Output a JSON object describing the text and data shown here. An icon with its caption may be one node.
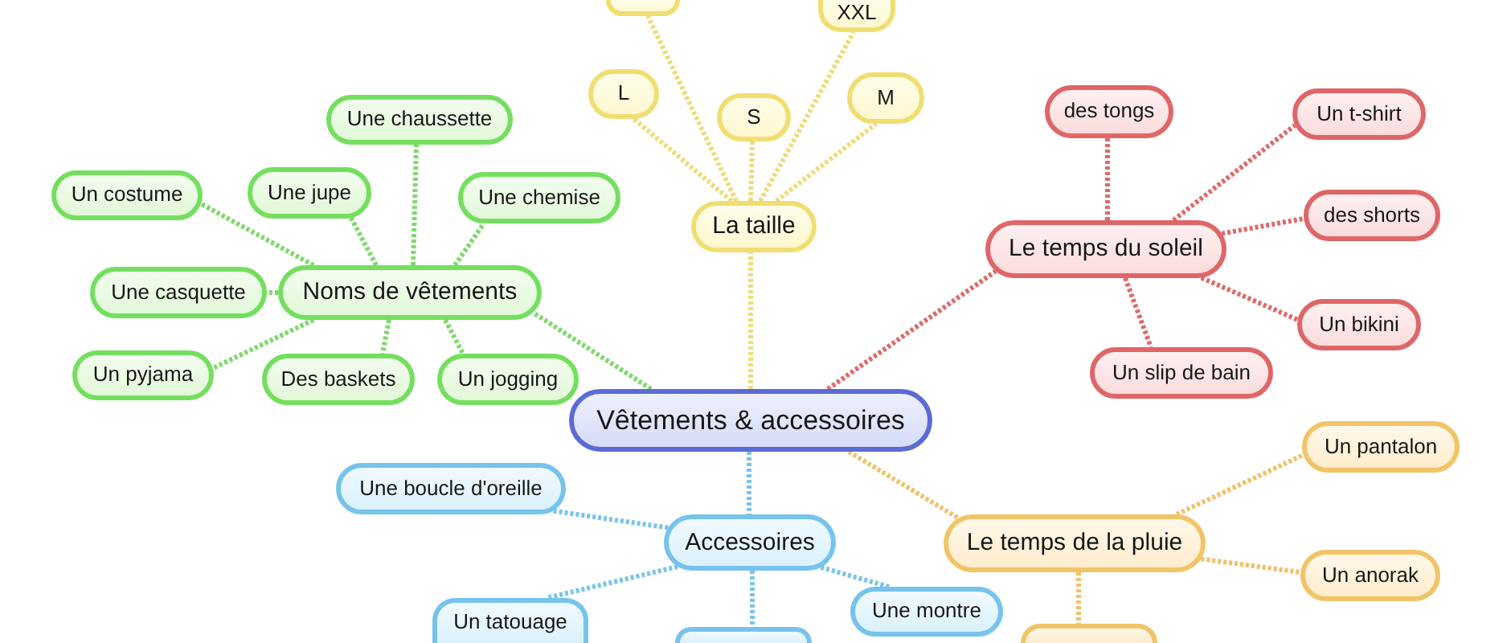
{
  "diagram": {
    "nodes": [
      {
        "text": [
          "Vêtements & accessoires"
        ]
      },
      {
        "text": [
          "Noms de vêtements"
        ]
      },
      {
        "text": [
          "Une chaussette"
        ]
      },
      {
        "text": [
          "Un costume"
        ]
      },
      {
        "text": [
          "Une jupe"
        ]
      },
      {
        "text": [
          "Une chemise"
        ]
      },
      {
        "text": [
          "Une casquette"
        ]
      },
      {
        "text": [
          "Un pyjama"
        ]
      },
      {
        "text": [
          "Des baskets"
        ]
      },
      {
        "text": [
          "Un jogging"
        ]
      },
      {
        "text": [
          "La taille"
        ]
      },
      {
        "text": [],
        "shape": "box"
      },
      {
        "text": [
          "XXL"
        ]
      },
      {
        "text": [
          "L"
        ]
      },
      {
        "text": [
          "S"
        ]
      },
      {
        "text": [
          "M"
        ]
      },
      {
        "text": [
          "Le temps du soleil"
        ]
      },
      {
        "text": [
          "des tongs"
        ]
      },
      {
        "text": [
          "Un t-shirt"
        ]
      },
      {
        "text": [
          "des shorts"
        ]
      },
      {
        "text": [
          "Un bikini"
        ]
      },
      {
        "text": [
          "Un slip de bain"
        ]
      },
      {
        "text": [
          "Le temps de la pluie"
        ]
      },
      {
        "text": [
          "Un pantalon"
        ]
      },
      {
        "text": [
          "Un anorak"
        ]
      },
      {
        "text": [],
        "shape": "box"
      },
      {
        "text": [
          "Accessoires"
        ]
      },
      {
        "text": [
          "Une boucle d'oreille"
        ]
      },
      {
        "text": [
          "Un tatouage"
        ]
      },
      {
        "text": [
          "Une montre"
        ]
      },
      {
        "text": [],
        "shape": "box"
      }
    ],
    "edges": [
      {
        "from": 0,
        "to": 1,
        "arrow": "none"
      },
      {
        "from": 1,
        "to": 2,
        "arrow": "none"
      },
      {
        "from": 1,
        "to": 3,
        "arrow": "none"
      },
      {
        "from": 1,
        "to": 4,
        "arrow": "none"
      },
      {
        "from": 1,
        "to": 5,
        "arrow": "none"
      },
      {
        "from": 1,
        "to": 6,
        "arrow": "none"
      },
      {
        "from": 1,
        "to": 7,
        "arrow": "none"
      },
      {
        "from": 1,
        "to": 8,
        "arrow": "none"
      },
      {
        "from": 1,
        "to": 9,
        "arrow": "none"
      },
      {
        "from": 0,
        "to": 10,
        "arrow": "none",
        "color": "#eedb7a"
      },
      {
        "from": 10,
        "to": 11,
        "arrow": "none",
        "color": "#eedb7a"
      },
      {
        "from": 10,
        "to": 12,
        "arrow": "none",
        "color": "#eedb7a"
      },
      {
        "from": 10,
        "to": 13,
        "arrow": "none",
        "color": "#eedb7a"
      },
      {
        "from": 10,
        "to": 14,
        "arrow": "none",
        "color": "#eedb7a"
      },
      {
        "from": 10,
        "to": 15,
        "arrow": "none",
        "color": "#eedb7a"
      },
      {
        "from": 0,
        "to": 16,
        "arrow": "none",
        "color": "#dc6b6b"
      },
      {
        "from": 16,
        "to": 17,
        "arrow": "none",
        "color": "#dc6b6b"
      },
      {
        "from": 16,
        "to": 18,
        "arrow": "none",
        "color": "#dc6b6b"
      },
      {
        "from": 16,
        "to": 19,
        "arrow": "none",
        "color": "#dc6b6b"
      },
      {
        "from": 16,
        "to": 20,
        "arrow": "none",
        "color": "#dc6b6b"
      },
      {
        "from": 16,
        "to": 21,
        "arrow": "none",
        "color": "#dc6b6b"
      },
      {
        "from": 0,
        "to": 22,
        "arrow": "none",
        "color": "#efc26a"
      },
      {
        "from": 22,
        "to": 23,
        "arrow": "none",
        "color": "#efc26a"
      },
      {
        "from": 22,
        "to": 24,
        "arrow": "none",
        "color": "#efc26a"
      },
      {
        "from": 22,
        "to": 25,
        "arrow": "none",
        "color": "#efc26a"
      },
      {
        "from": 0,
        "to": 26,
        "arrow": "none",
        "color": "#7cc3ea"
      },
      {
        "from": 26,
        "to": 27,
        "arrow": "none",
        "color": "#7cc3ea"
      },
      {
        "from": 26,
        "to": 28,
        "arrow": "none",
        "color": "#7cc3ea"
      },
      {
        "from": 26,
        "to": 29,
        "arrow": "none",
        "color": "#7cc3ea"
      },
      {
        "from": 26,
        "to": 30,
        "arrow": "none",
        "color": "#7cc3ea"
      }
    ]
  }
}
